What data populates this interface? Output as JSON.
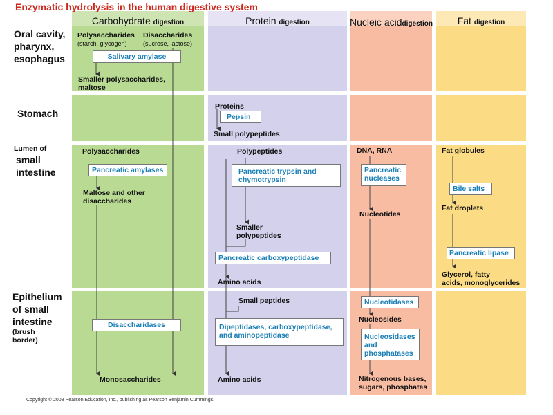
{
  "title": "Enzymatic hydrolysis in the human digestive system",
  "columns": {
    "carb": {
      "main": "Carbohydrate",
      "suffix": "digestion"
    },
    "protein": {
      "main": "Protein",
      "suffix": "digestion"
    },
    "nucleic": {
      "main": "Nucleic acid",
      "suffix": "digestion"
    },
    "fat": {
      "main": "Fat",
      "suffix": "digestion"
    }
  },
  "rows": {
    "oral": "Oral cavity, pharynx, esophagus",
    "stomach": "Stomach",
    "lumen_a": "Lumen of",
    "lumen_b": "small intestine",
    "epi_a": "Epithelium of small intestine",
    "epi_b": "(brush border)"
  },
  "carb": {
    "polysaccharides": "Polysaccharides",
    "poly_sub": "(starch, glycogen)",
    "disaccharides": "Disaccharides",
    "di_sub": "(sucrose, lactose)",
    "salivary_amylase": "Salivary amylase",
    "smaller_poly_1": "Smaller polysaccharides,",
    "smaller_poly_2": "maltose",
    "poly2": "Polysaccharides",
    "pancreatic_amylases": "Pancreatic amylases",
    "maltose_1": "Maltose and other",
    "maltose_2": "disaccharides",
    "disaccharidases": "Disaccharidases",
    "monosaccharides": "Monosaccharides"
  },
  "protein": {
    "proteins": "Proteins",
    "pepsin": "Pepsin",
    "small_polypeptides": "Small polypeptides",
    "polypeptides": "Polypeptides",
    "trypsin_1": "Pancreatic trypsin and",
    "trypsin_2": "chymotrypsin",
    "smaller_pp_1": "Smaller",
    "smaller_pp_2": "polypeptides",
    "carboxypeptidase": "Pancreatic carboxypeptidase",
    "amino_acids_1": "Amino acids",
    "small_peptides": "Small peptides",
    "dipept_1": "Dipeptidases, carboxypeptidase,",
    "dipept_2": "and aminopeptidase",
    "amino_acids_2": "Amino acids"
  },
  "nucleic": {
    "dna_rna": "DNA, RNA",
    "nucleases_1": "Pancreatic",
    "nucleases_2": "nucleases",
    "nucleotides": "Nucleotides",
    "nucleotidases": "Nucleotidases",
    "nucleosides": "Nucleosides",
    "nucleosidases_1": "Nucleosidases",
    "nucleosidases_2": "and",
    "nucleosidases_3": "phosphatases",
    "bases_1": "Nitrogenous bases,",
    "bases_2": "sugars, phosphates"
  },
  "fat": {
    "fat_globules": "Fat globules",
    "bile_salts": "Bile salts",
    "fat_droplets": "Fat droplets",
    "lipase": "Pancreatic lipase",
    "glycerol_1": "Glycerol, fatty",
    "glycerol_2": "acids, monoglycerides"
  },
  "copyright": "Copyright © 2008 Pearson Education, Inc., publishing as Pearson Benjamin Cummings.",
  "colors": {
    "carb_bg": "#b9da93",
    "carb_header": "#cfe4b3",
    "protein_bg": "#d4d1ec",
    "protein_header": "#e6e4f4",
    "nucleic_bg": "#f8bca3",
    "nucleic_header": "#fbd2bf",
    "fat_bg": "#fbdc84",
    "fat_header": "#fde9b6",
    "enzyme_text": "#1a7fb6",
    "title": "#cc2a1e"
  }
}
